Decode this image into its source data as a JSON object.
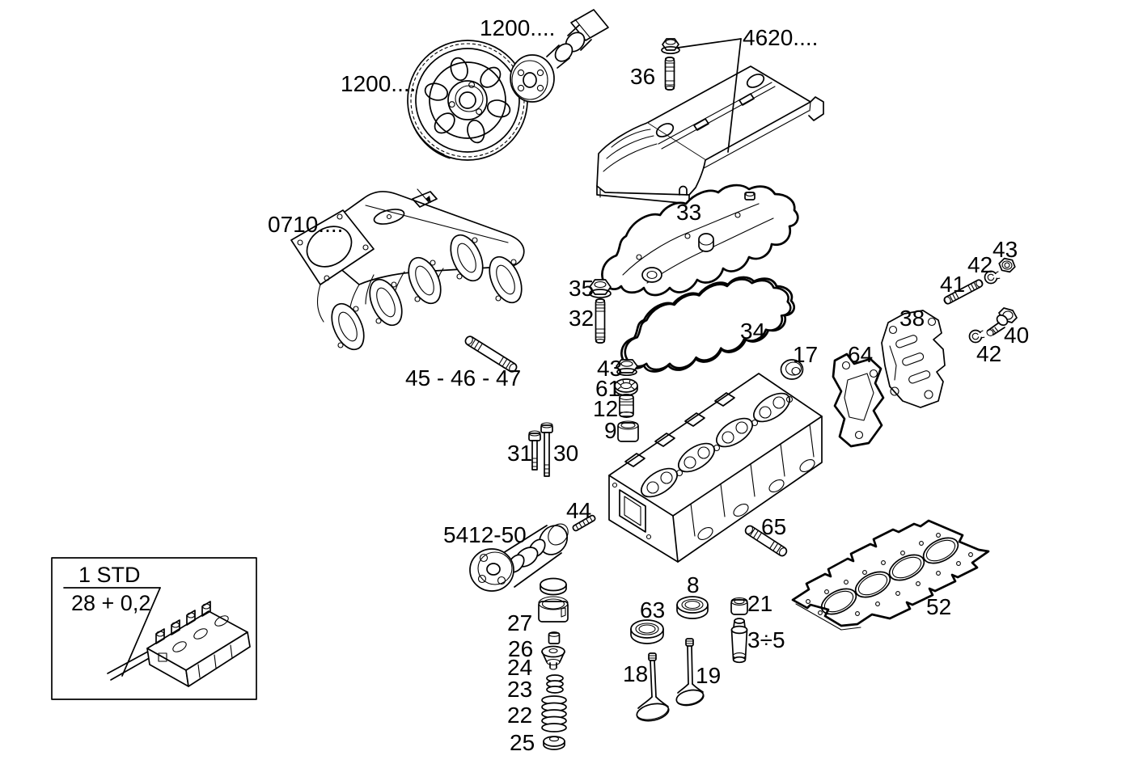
{
  "diagram": {
    "kind": "exploded-parts-diagram",
    "subject": "engine cylinder head assembly",
    "background_color": "#ffffff",
    "line_color": "#000000"
  },
  "labels": {
    "timing_gear_ref": "1200....",
    "cam_hub_ref": "1200....",
    "valve_cover_ref": "4620....",
    "intake_manifold_ref": "0710....",
    "camshaft_ref": "5412-50",
    "stud_set_ref": "45 - 46 - 47",
    "part_3_5": "3÷5",
    "part_8": "8",
    "part_9": "9",
    "part_12": "12",
    "part_17": "17",
    "part_18": "18",
    "part_19": "19",
    "part_21": "21",
    "part_22": "22",
    "part_23": "23",
    "part_24": "24",
    "part_25": "25",
    "part_26": "26",
    "part_27": "27",
    "part_30": "30",
    "part_31": "31",
    "part_32": "32",
    "part_33": "33",
    "part_34": "34",
    "part_35": "35",
    "part_36": "36",
    "part_38": "38",
    "part_40": "40",
    "part_41": "41",
    "part_42_upper": "42",
    "part_42_lower": "42",
    "part_43_upper": "43",
    "part_43_stack": "43",
    "part_44": "44",
    "part_52": "52",
    "part_61": "61",
    "part_63": "63",
    "part_64": "64",
    "part_65": "65"
  },
  "inset": {
    "size_class": "1 STD",
    "dimension": "28 + 0,2"
  }
}
